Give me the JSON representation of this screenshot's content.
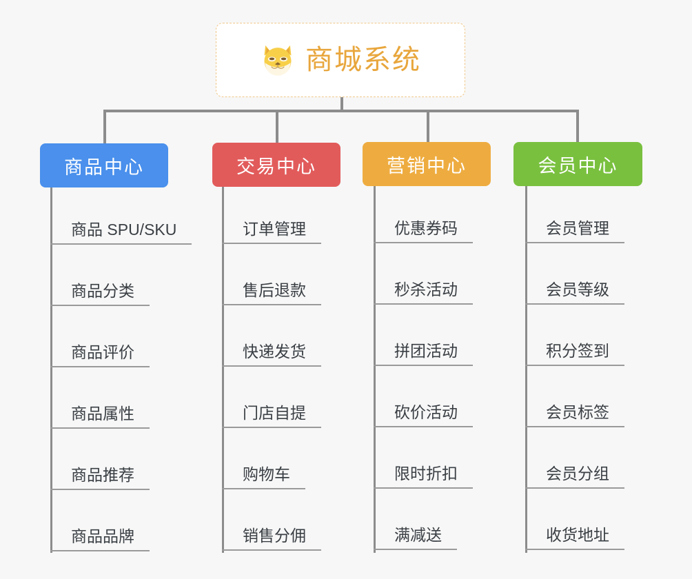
{
  "root": {
    "title": "商城系统",
    "icon": "shiba-inu-dog-face-emoji",
    "border_color": "#f0c789",
    "title_color": "#e8a63c"
  },
  "background_color": "#f7f7f7",
  "connector_color": "#8c8c8c",
  "columns": [
    {
      "id": "product-center",
      "title": "商品中心",
      "color": "#4a90ec",
      "items": [
        "商品 SPU/SKU",
        "商品分类",
        "商品评价",
        "商品属性",
        "商品推荐",
        "商品品牌"
      ]
    },
    {
      "id": "trade-center",
      "title": "交易中心",
      "color": "#e25b5b",
      "items": [
        "订单管理",
        "售后退款",
        "快递发货",
        "门店自提",
        "购物车",
        "销售分佣"
      ]
    },
    {
      "id": "marketing-center",
      "title": "营销中心",
      "color": "#eeac40",
      "items": [
        "优惠券码",
        "秒杀活动",
        "拼团活动",
        "砍价活动",
        "限时折扣",
        "满减送"
      ]
    },
    {
      "id": "member-center",
      "title": "会员中心",
      "color": "#79c03f",
      "items": [
        "会员管理",
        "会员等级",
        "积分签到",
        "会员标签",
        "会员分组",
        "收货地址"
      ]
    }
  ]
}
